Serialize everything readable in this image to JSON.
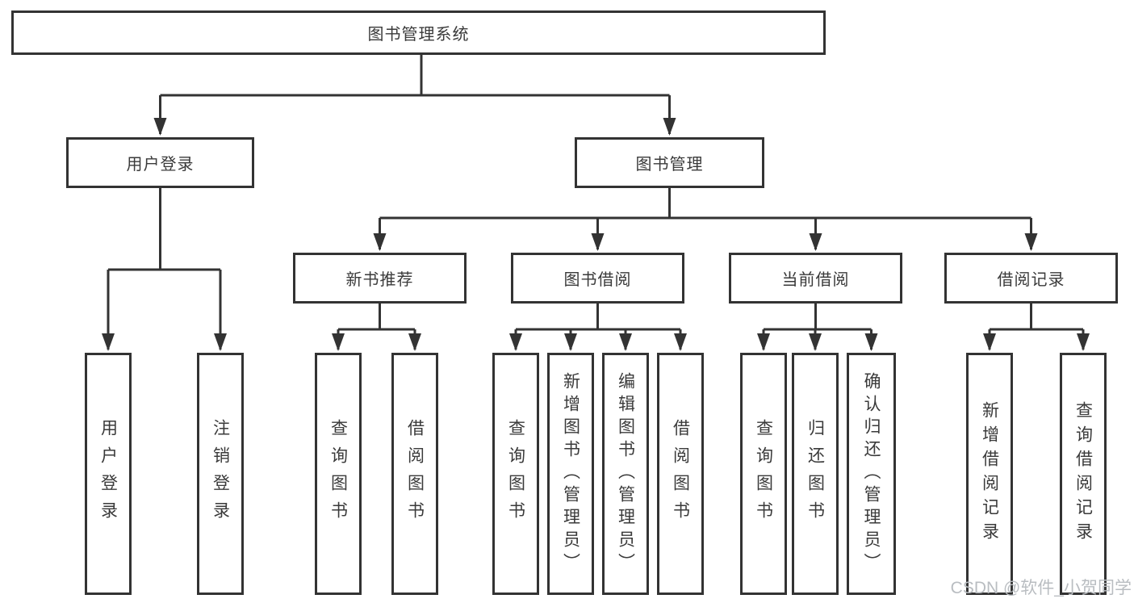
{
  "diagram": {
    "root": {
      "label": "图书管理系统"
    },
    "branches": [
      {
        "label": "用户登录",
        "children": [
          {
            "label": "用户登录"
          },
          {
            "label": "注销登录"
          }
        ]
      },
      {
        "label": "图书管理",
        "groups": [
          {
            "label": "新书推荐",
            "children": [
              {
                "label": "查询图书"
              },
              {
                "label": "借阅图书"
              }
            ]
          },
          {
            "label": "图书借阅",
            "children": [
              {
                "label": "查询图书"
              },
              {
                "label": "新增图书（管理员）"
              },
              {
                "label": "编辑图书（管理员）"
              },
              {
                "label": "借阅图书"
              }
            ]
          },
          {
            "label": "当前借阅",
            "children": [
              {
                "label": "查询图书"
              },
              {
                "label": "归还图书"
              },
              {
                "label": "确认归还（管理员）"
              }
            ]
          },
          {
            "label": "借阅记录",
            "children": [
              {
                "label": "新增借阅记录"
              },
              {
                "label": "查询借阅记录"
              }
            ]
          }
        ]
      }
    ]
  },
  "watermark": {
    "text": "CSDN @软件_小贺同学",
    "color": "#b9bdc1"
  },
  "colors": {
    "line": "#333333",
    "text": "#3a3a3a",
    "background": "#ffffff"
  }
}
